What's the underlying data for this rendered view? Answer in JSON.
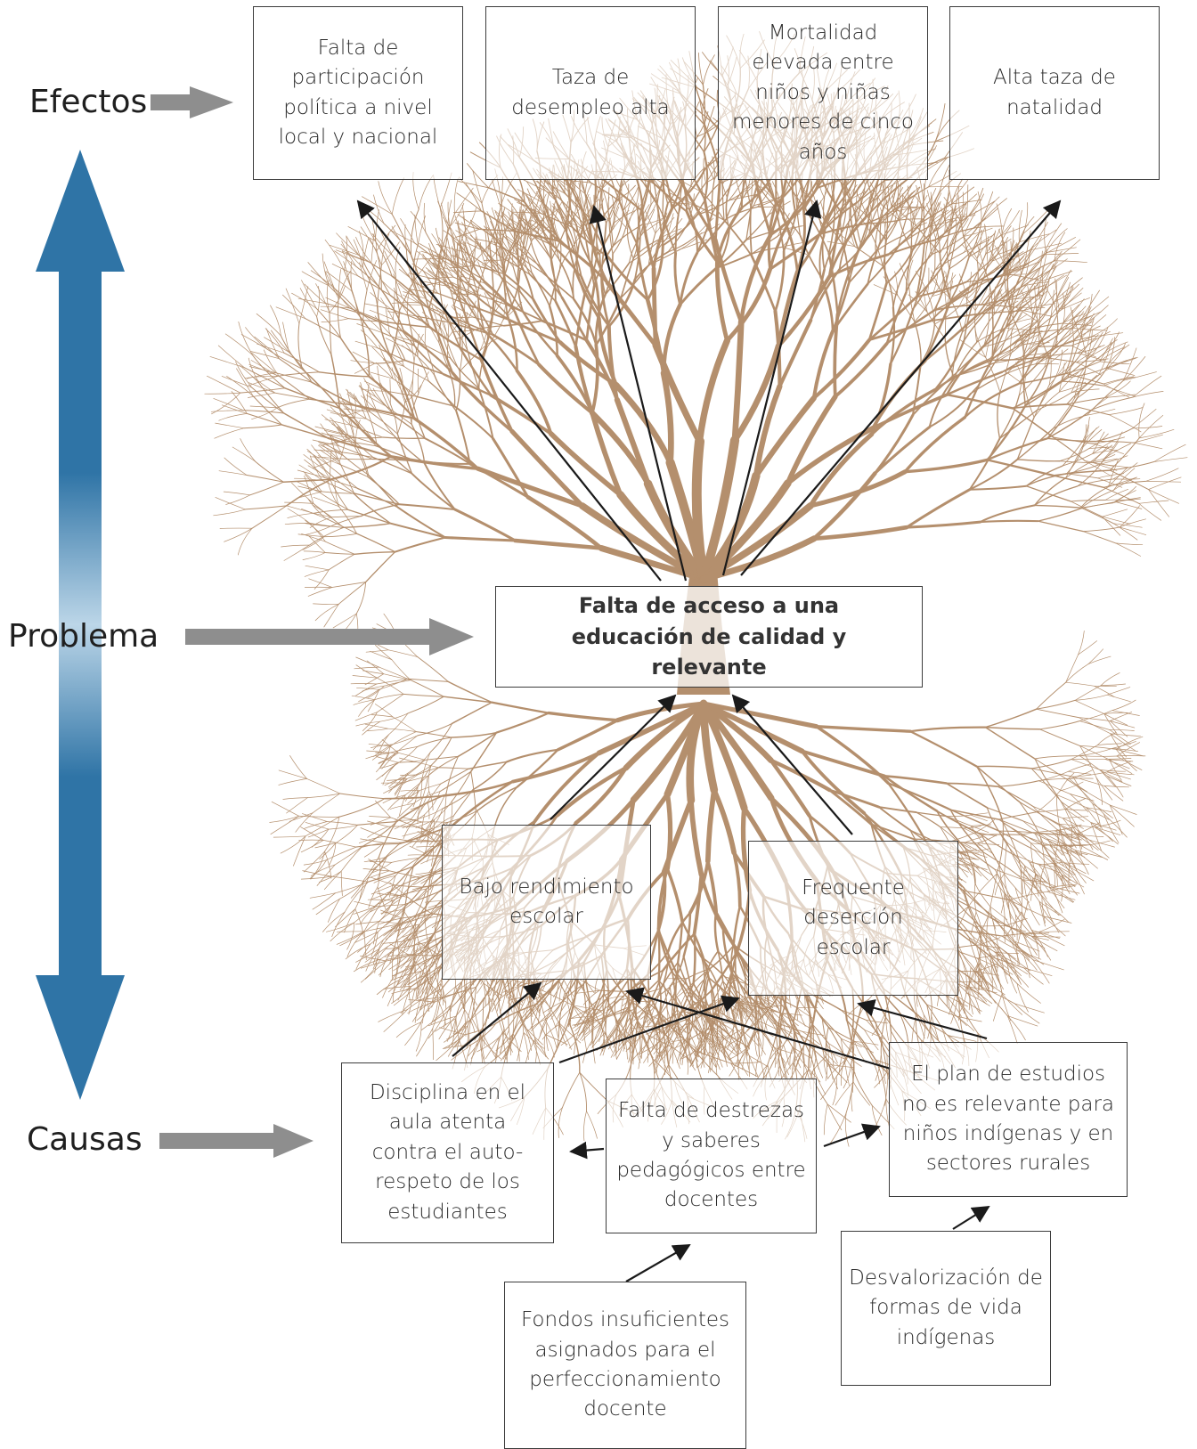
{
  "labels": {
    "efectos": "Efectos",
    "problema": "Problema",
    "causas": "Causas"
  },
  "effects": [
    "Falta de participación política a nivel local y nacional",
    "Taza de desempleo alta",
    "Mortalidad elevada entre niños y niñas menores de cinco años",
    "Alta taza de natalidad"
  ],
  "problem": "Falta de acceso a una educación de calidad y relevante",
  "direct_causes": [
    "Bajo rendimiento escolar",
    "Frequente deserción escolar"
  ],
  "causes": [
    "Disciplina en el aula atenta contra el auto-respeto de los estudiantes",
    "Falta de destrezas y saberes pedagógicos entre docentes",
    "El plan de estudios no es relevante para niños indígenas y en sectores rurales"
  ],
  "root_causes": [
    "Fondos insuficientes asignados para el perfeccionamiento docente",
    "Desvalorización de formas de vida indígenas"
  ],
  "colors": {
    "tree": "#b48f6d",
    "blue_arrow": "#2f74a6",
    "gray_arrow": "#8e8e8e",
    "connector": "#1a1a1a"
  }
}
